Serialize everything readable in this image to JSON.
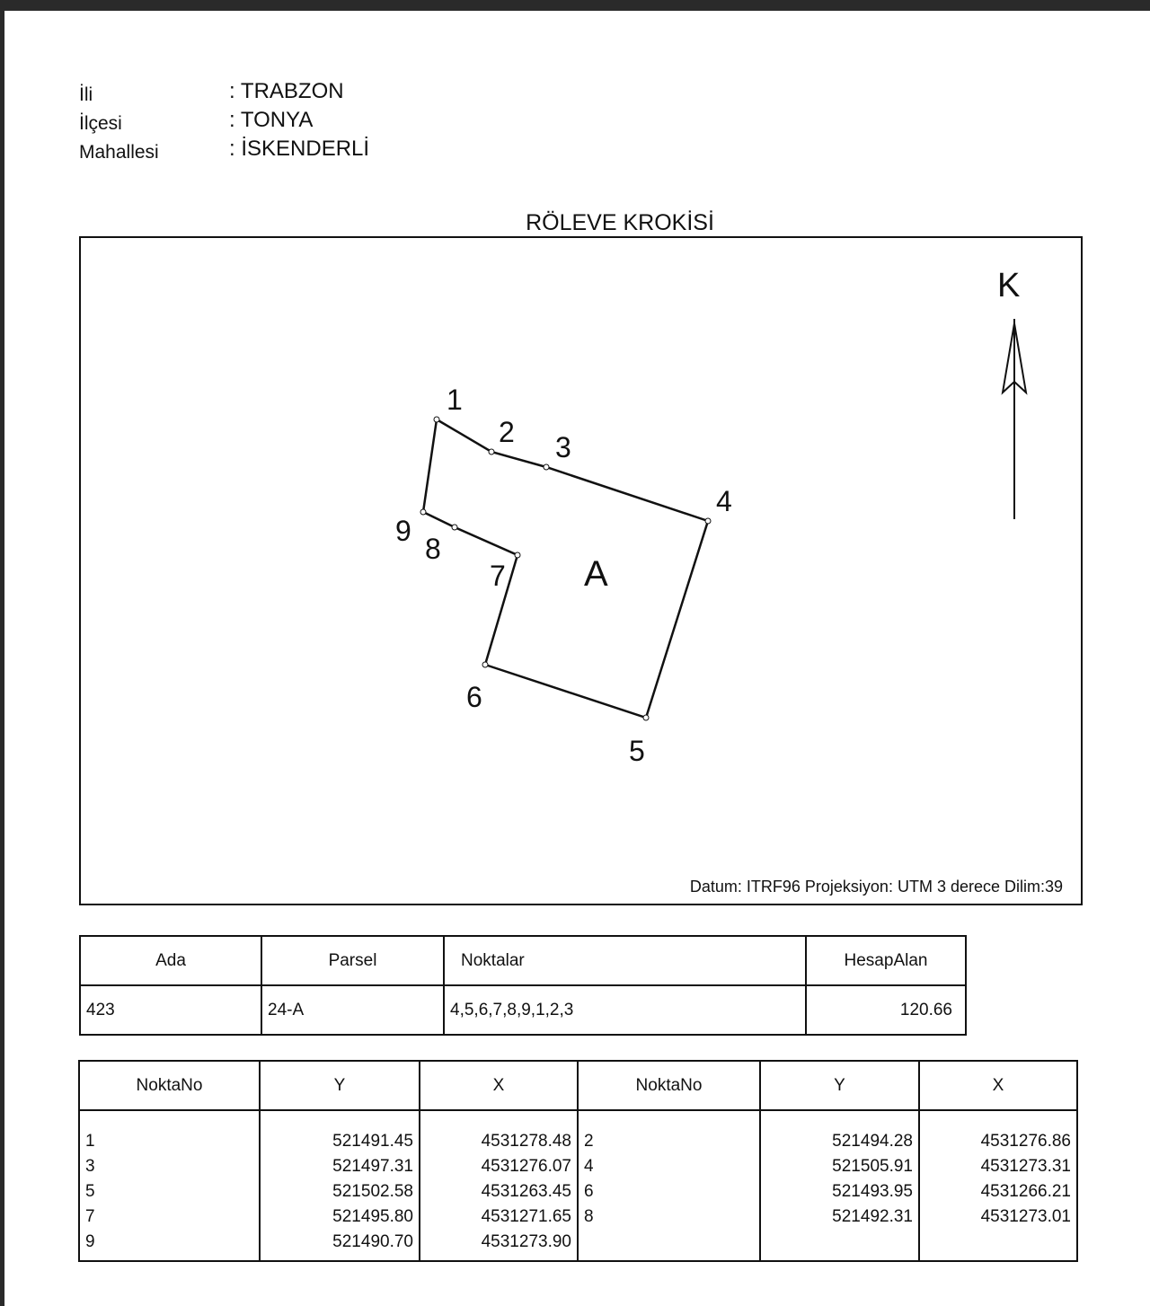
{
  "header": {
    "il_label": "İli",
    "il_value": ": TRABZON",
    "ilce_label": "İlçesi",
    "ilce_value": ": TONYA",
    "mahalle_label": "Mahallesi",
    "mahalle_value": ": İSKENDERLİ"
  },
  "title": "RÖLEVE KROKİSİ",
  "sketch": {
    "north_label": "K",
    "parcel_label": "A",
    "point_labels": [
      "1",
      "2",
      "3",
      "4",
      "5",
      "6",
      "7",
      "8",
      "9"
    ],
    "datum": "Datum: ITRF96 Projeksiyon: UTM 3 derece Dilim:39"
  },
  "parcel_table": {
    "headers": [
      "Ada",
      "Parsel",
      "Noktalar",
      "HesapAlan"
    ],
    "row": [
      "423",
      "24-A",
      "4,5,6,7,8,9,1,2,3",
      "120.66"
    ]
  },
  "coord_table": {
    "headers": [
      "NoktaNo",
      "Y",
      "X",
      "NoktaNo",
      "Y",
      "X"
    ],
    "left": [
      {
        "no": "1",
        "y": "521491.45",
        "x": "4531278.48"
      },
      {
        "no": "3",
        "y": "521497.31",
        "x": "4531276.07"
      },
      {
        "no": "5",
        "y": "521502.58",
        "x": "4531263.45"
      },
      {
        "no": "7",
        "y": "521495.80",
        "x": "4531271.65"
      },
      {
        "no": "9",
        "y": "521490.70",
        "x": "4531273.90"
      }
    ],
    "right": [
      {
        "no": "2",
        "y": "521494.28",
        "x": "4531276.86"
      },
      {
        "no": "4",
        "y": "521505.91",
        "x": "4531273.31"
      },
      {
        "no": "6",
        "y": "521493.95",
        "x": "4531266.21"
      },
      {
        "no": "8",
        "y": "521492.31",
        "x": "4531273.01"
      }
    ]
  }
}
